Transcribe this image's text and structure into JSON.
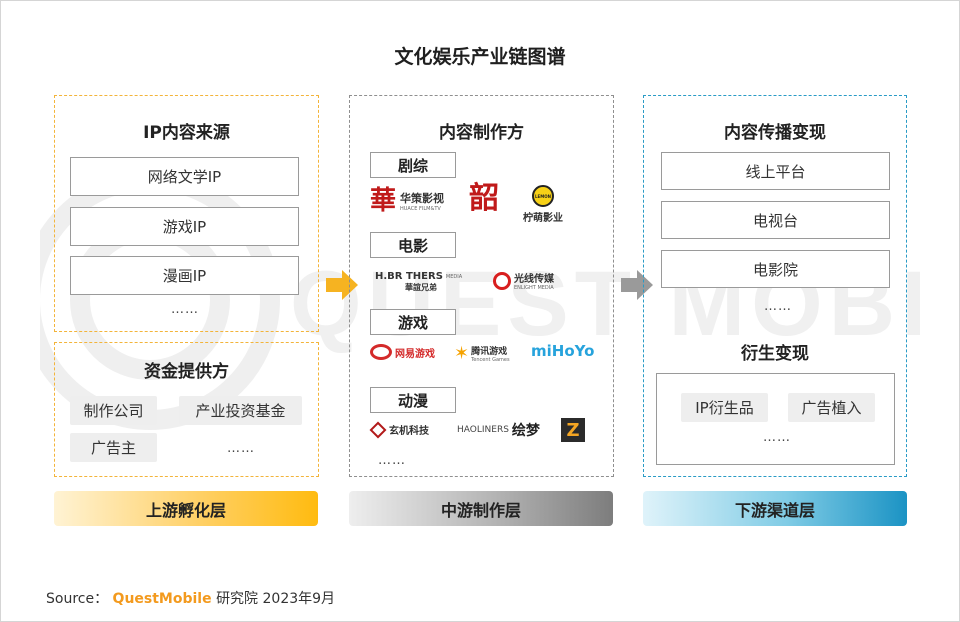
{
  "title": "文化娱乐产业链图谱",
  "watermark": {
    "text": "QUEST MOBILE"
  },
  "upstream": {
    "ip_source": {
      "title": "IP内容来源",
      "items": [
        "网络文学IP",
        "游戏IP",
        "漫画IP"
      ],
      "more": "……"
    },
    "funding": {
      "title": "资金提供方",
      "items": [
        "制作公司",
        "产业投资基金",
        "广告主"
      ],
      "more": "……"
    },
    "layer_label": "上游孵化层"
  },
  "midstream": {
    "title": "内容制作方",
    "categories": {
      "drama": {
        "label": "剧综",
        "logos": {
          "huace": {
            "glyph": "華",
            "name": "华策影视",
            "sub": "HUACE FILM&TV"
          },
          "seal": {
            "glyph": "韶"
          },
          "ningmeng": {
            "badge": "LEMON",
            "name": "柠萌影业"
          }
        }
      },
      "film": {
        "label": "电影",
        "logos": {
          "hbrothers": {
            "name": "H.BR THERS",
            "tag": "MEDIA",
            "sub": "華誼兄弟"
          },
          "enlight": {
            "name": "光线传媒",
            "sub": "ENLIGHT MEDIA"
          }
        }
      },
      "game": {
        "label": "游戏",
        "logos": {
          "netease": {
            "name": "网易游戏"
          },
          "tencent": {
            "name": "腾讯游戏",
            "sub": "Tencent Games"
          },
          "mihoyo": {
            "name": "miHoYo"
          }
        }
      },
      "anime": {
        "label": "动漫",
        "logos": {
          "xuanji": {
            "name": "玄机科技"
          },
          "haoliners": {
            "name": "HAOLINERS",
            "cn": "绘梦"
          },
          "last": {
            "glyph": "Z"
          }
        }
      }
    },
    "more": "……",
    "layer_label": "中游制作层"
  },
  "downstream": {
    "distribution": {
      "title": "内容传播变现",
      "items": [
        "线上平台",
        "电视台",
        "电影院"
      ],
      "more": "……"
    },
    "derivative": {
      "title": "衍生变现",
      "items": [
        "IP衍生品",
        "广告植入"
      ],
      "more": "……"
    },
    "layer_label": "下游渠道层"
  },
  "source": {
    "prefix": "Source：",
    "brand": "QuestMobile",
    "suffix": "研究院 2023年9月"
  },
  "colors": {
    "upstream_accent": "#ffbb10",
    "midstream_accent": "#7d7d7d",
    "downstream_accent": "#1b93c4",
    "brand": "#f39a1e",
    "arrow_yellow": "#f6b321",
    "arrow_gray": "#9a9a9a"
  }
}
